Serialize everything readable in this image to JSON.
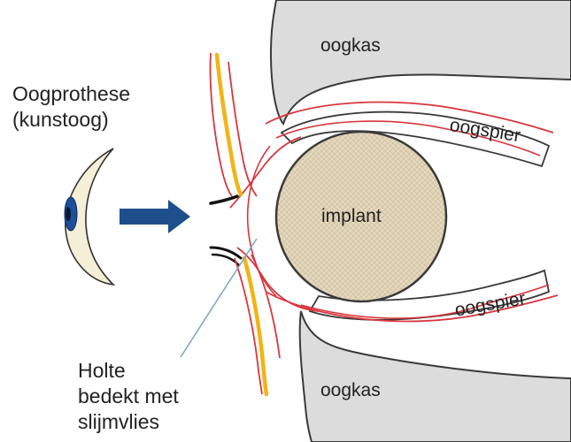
{
  "labels": {
    "prosthesis_line1": "Oogprothese",
    "prosthesis_line2": "(kunstoog)",
    "orbit_top": "oogkas",
    "orbit_bottom": "oogkas",
    "muscle_top": "oogspier",
    "muscle_bottom": "oogspier",
    "implant": "implant",
    "cavity_line1": "Holte",
    "cavity_line2": "bedekt met",
    "cavity_line3": "slijmvlies"
  },
  "colors": {
    "bone_fill": "#dcdcdc",
    "outline": "#3a3a3a",
    "tissue_red": "#d9363e",
    "eyelid_yellow": "#f2b416",
    "implant_fill": "#e4d8bd",
    "arrow_blue": "#1f4e8c",
    "pointer_line": "#7aa4cc",
    "iris_blue": "#1d4f9a"
  }
}
